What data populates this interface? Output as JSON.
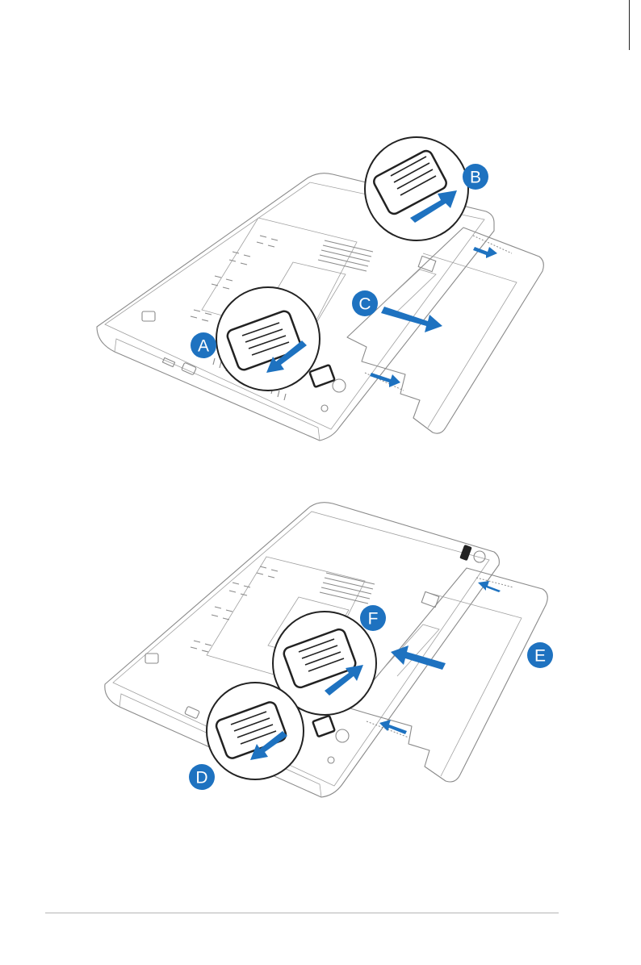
{
  "figure1": {
    "callouts": {
      "A": "A",
      "B": "B",
      "C": "C"
    }
  },
  "figure2": {
    "callouts": {
      "D": "D",
      "E": "E",
      "F": "F"
    }
  },
  "colors": {
    "accent": "#1e72c0",
    "line": "#8a8a8a",
    "ink": "#222222"
  }
}
